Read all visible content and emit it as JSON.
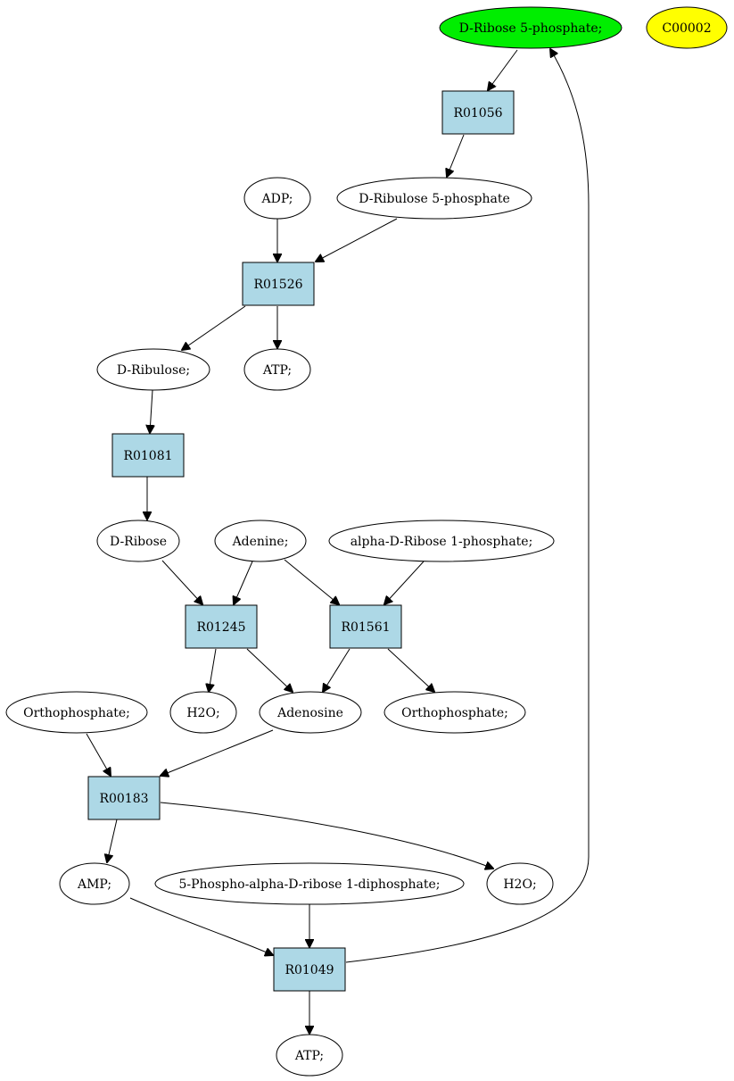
{
  "colors": {
    "background": "#ffffff",
    "reaction_fill": "#add8e6",
    "compound_fill": "#ffffff",
    "highlight_green": "#00ee00",
    "highlight_yellow": "#ffff00",
    "stroke": "#000000"
  },
  "nodes": {
    "ribose5p": "D-Ribose 5-phosphate;",
    "c00002": "C00002",
    "r01056": "R01056",
    "adp": "ADP;",
    "ribulose5p": "D-Ribulose 5-phosphate",
    "r01526": "R01526",
    "ribulose": "D-Ribulose;",
    "atp1": "ATP;",
    "r01081": "R01081",
    "ribose": "D-Ribose",
    "adenine": "Adenine;",
    "alpha_ribose1p": "alpha-D-Ribose 1-phosphate;",
    "r01245": "R01245",
    "r01561": "R01561",
    "orthophosphate1": "Orthophosphate;",
    "h2o1": "H2O;",
    "adenosine": "Adenosine",
    "orthophosphate2": "Orthophosphate;",
    "r00183": "R00183",
    "amp": "AMP;",
    "prpp": "5-Phospho-alpha-D-ribose 1-diphosphate;",
    "h2o2": "H2O;",
    "r01049": "R01049",
    "atp2": "ATP;"
  },
  "edges": [
    [
      "ribose5p",
      "r01056"
    ],
    [
      "r01056",
      "ribulose5p"
    ],
    [
      "adp",
      "r01526"
    ],
    [
      "ribulose5p",
      "r01526"
    ],
    [
      "r01526",
      "ribulose"
    ],
    [
      "r01526",
      "atp1"
    ],
    [
      "ribulose",
      "r01081"
    ],
    [
      "r01081",
      "ribose"
    ],
    [
      "ribose",
      "r01245"
    ],
    [
      "adenine",
      "r01245"
    ],
    [
      "adenine",
      "r01561"
    ],
    [
      "alpha_ribose1p",
      "r01561"
    ],
    [
      "r01245",
      "h2o1"
    ],
    [
      "r01245",
      "adenosine"
    ],
    [
      "r01561",
      "adenosine"
    ],
    [
      "r01561",
      "orthophosphate2"
    ],
    [
      "orthophosphate1",
      "r00183"
    ],
    [
      "adenosine",
      "r00183"
    ],
    [
      "r00183",
      "amp"
    ],
    [
      "r00183",
      "h2o2"
    ],
    [
      "amp",
      "r01049"
    ],
    [
      "prpp",
      "r01049"
    ],
    [
      "r01049",
      "atp2"
    ],
    [
      "r01049",
      "ribose5p"
    ]
  ]
}
